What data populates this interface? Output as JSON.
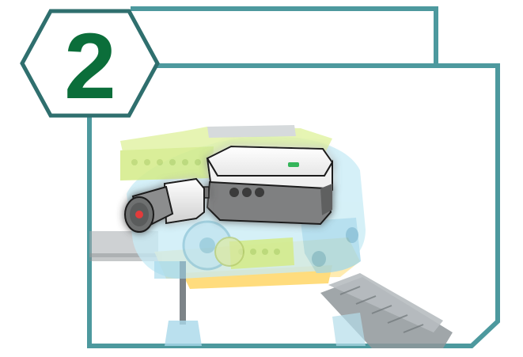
{
  "step": {
    "number": "2"
  },
  "colors": {
    "frame_teal": "#4d999e",
    "hexagon_stroke": "#2f6f6e",
    "step_number_green": "#0b6e3a",
    "lime_bricks": "#dcf09a",
    "translucent_blue": "#bfe6f2",
    "tan_bricks": "#ffe08a",
    "hub_white": "#f3f3f3",
    "hub_gray": "#7e7f80",
    "motor_red": "#e23b3b",
    "track_gray": "#9aa0a3"
  },
  "model": {
    "components": [
      "smart-hub",
      "motor",
      "gear-wheel",
      "rail-track",
      "support-pillar"
    ]
  }
}
